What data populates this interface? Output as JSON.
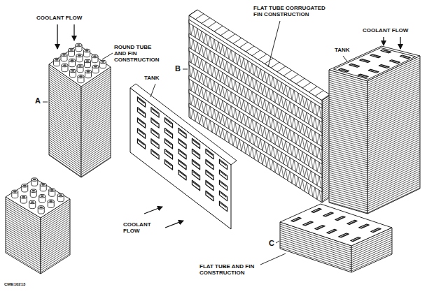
{
  "diagram": {
    "labels": [
      "COOLANT FLOW",
      "ROUND TUBE AND FIN CONSTRUCTION",
      "A",
      "FLAT TUBE CORRUGATED FIN CONSTRUCTION",
      "B",
      "TANK",
      "COOLANT FLOW",
      "TANK",
      "COOLANT FLOW",
      "C",
      "FLAT TUBE AND FIN CONSTRUCTION",
      "CMB10213"
    ]
  }
}
